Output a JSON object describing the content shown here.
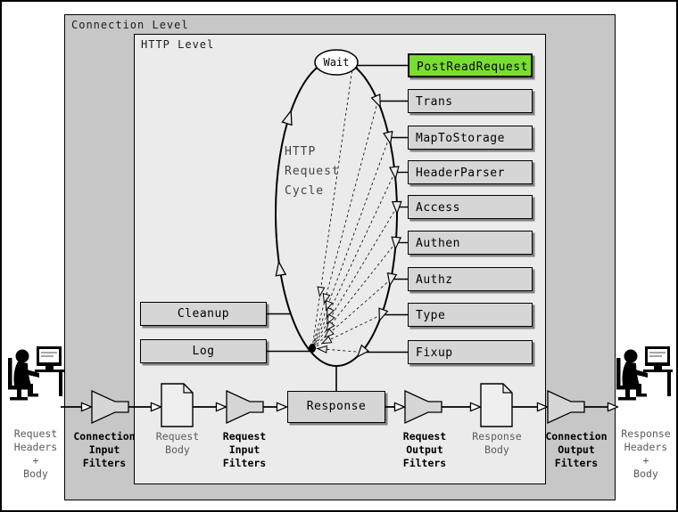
{
  "colors": {
    "connection_bg": "#c7c7c7",
    "http_bg": "#ebebeb",
    "box_bg": "#d6d6d6",
    "highlight_bg": "#7ade31"
  },
  "levels": {
    "connection": "Connection Level",
    "http": "HTTP Level"
  },
  "cycle": {
    "wait": "Wait",
    "label": "HTTP\nRequest\nCycle"
  },
  "hooks": [
    {
      "label": "PostReadRequest",
      "highlighted": true
    },
    {
      "label": "Trans",
      "highlighted": false
    },
    {
      "label": "MapToStorage",
      "highlighted": false
    },
    {
      "label": "HeaderParser",
      "highlighted": false
    },
    {
      "label": "Access",
      "highlighted": false
    },
    {
      "label": "Authen",
      "highlighted": false
    },
    {
      "label": "Authz",
      "highlighted": false
    },
    {
      "label": "Type",
      "highlighted": false
    },
    {
      "label": "Fixup",
      "highlighted": false
    }
  ],
  "boxes": {
    "cleanup": "Cleanup",
    "log": "Log",
    "response": "Response"
  },
  "flow_labels": {
    "connection_input": "Connection\nInput\nFilters",
    "request_body": "Request\nBody",
    "request_input": "Request\nInput\nFilters",
    "request_output": "Request\nOutput\nFilters",
    "response_body": "Response\nBody",
    "connection_output": "Connection\nOutput\nFilters",
    "request_side": "Request\nHeaders\n+\nBody",
    "response_side": "Response\nHeaders\n+\nBody"
  }
}
